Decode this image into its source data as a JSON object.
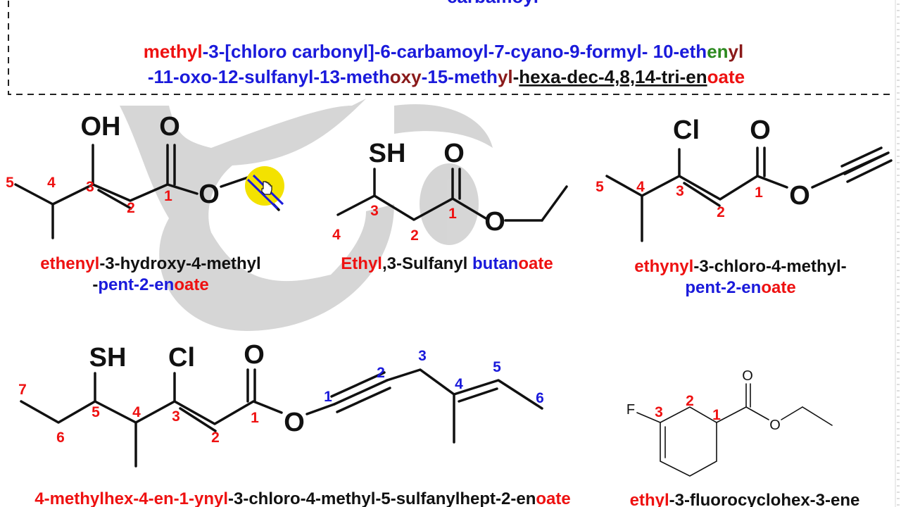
{
  "top_partial_text": "carbamoyl",
  "header_name": {
    "line1": [
      {
        "t": "methyl",
        "c": "red"
      },
      {
        "t": "-3-[chloro carbonyl]-6-carbamoyl-7-cyano-9-formyl- 10-eth",
        "c": "blue"
      },
      {
        "t": "en",
        "c": "green"
      },
      {
        "t": "yl",
        "c": "maroon"
      }
    ],
    "line2": [
      {
        "t": "-11-oxo-12-sulfanyl-13-meth",
        "c": "blue"
      },
      {
        "t": "oxy",
        "c": "maroon"
      },
      {
        "t": "-15-meth",
        "c": "blue"
      },
      {
        "t": "yl",
        "c": "maroon"
      },
      {
        "t": "-",
        "c": "black"
      },
      {
        "t": "hexa-dec-4,8,14-tri-en",
        "c": "black",
        "u": true
      },
      {
        "t": "oate",
        "c": "red"
      }
    ]
  },
  "molecules": {
    "m1": {
      "atoms": {
        "oh": "OH",
        "o_carbonyl": "O",
        "o_ester": "O"
      },
      "numbers": [
        "5",
        "4",
        "3",
        "2",
        "1"
      ],
      "name_line1": [
        {
          "t": "ethenyl",
          "c": "red"
        },
        {
          "t": "-3-hydroxy-4-methyl",
          "c": "black"
        }
      ],
      "name_line2": [
        {
          "t": "-",
          "c": "black"
        },
        {
          "t": "pent-2-en",
          "c": "blue"
        },
        {
          "t": "oate",
          "c": "red"
        }
      ]
    },
    "m2": {
      "atoms": {
        "sh": "SH",
        "o_carbonyl": "O",
        "o_ester": "O"
      },
      "numbers": [
        "4",
        "3",
        "2",
        "1"
      ],
      "name_line1": [
        {
          "t": "Ethyl",
          "c": "red"
        },
        {
          "t": ",3-Sulfanyl ",
          "c": "black"
        },
        {
          "t": "butan",
          "c": "blue"
        },
        {
          "t": "oate",
          "c": "red"
        }
      ]
    },
    "m3": {
      "atoms": {
        "cl": "Cl",
        "o_carbonyl": "O",
        "o_ester": "O"
      },
      "numbers": [
        "5",
        "4",
        "3",
        "2",
        "1"
      ],
      "name_line1": [
        {
          "t": "ethynyl",
          "c": "red"
        },
        {
          "t": "-3-chloro-4-methyl-",
          "c": "black"
        }
      ],
      "name_line2": [
        {
          "t": "pent-2-en",
          "c": "blue"
        },
        {
          "t": "oate",
          "c": "red"
        }
      ]
    },
    "m4": {
      "atoms": {
        "sh": "SH",
        "cl": "Cl",
        "o_carbonyl": "O",
        "o_ester": "O"
      },
      "numbers_red": [
        "7",
        "6",
        "5",
        "4",
        "3",
        "2",
        "1"
      ],
      "numbers_blue": [
        "1",
        "2",
        "3",
        "4",
        "5",
        "6"
      ],
      "name_line1": [
        {
          "t": "4-methylhex-4-en-1-ynyl",
          "c": "red"
        },
        {
          "t": "-3-chloro-4-methyl-5-sulfanylhept-2-en",
          "c": "black"
        },
        {
          "t": "oate",
          "c": "red"
        }
      ]
    },
    "m5": {
      "atoms": {
        "f": "F",
        "o_carbonyl": "O",
        "o_ester": "O"
      },
      "numbers": [
        "3",
        "2",
        "1"
      ],
      "name_line1": [
        {
          "t": "ethyl",
          "c": "red"
        },
        {
          "t": "-3-fluorocyclohex-3-ene",
          "c": "black"
        }
      ]
    }
  },
  "colors": {
    "red": "#ee1111",
    "blue": "#1a1adb",
    "green": "#2c8a1f",
    "maroon": "#8a1a1a",
    "highlight_yellow": "#f3e200",
    "watermark_gray": "#c8c8c8"
  }
}
